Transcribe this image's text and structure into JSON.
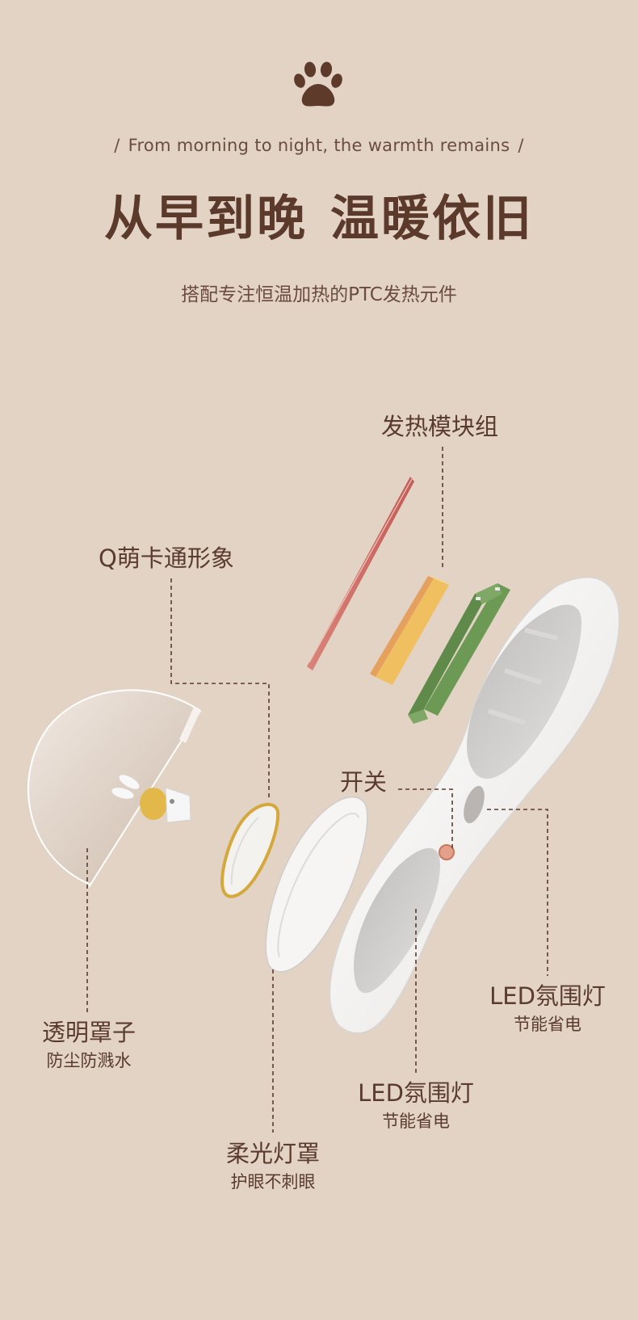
{
  "header": {
    "tagline": "From morning to night, the warmth remains",
    "slash": "/",
    "headline_part1": "从早到晚",
    "headline_part2": "温暖依旧",
    "subline": "搭配专注恒温加热的PTC发热元件"
  },
  "icons": {
    "paw": "paw-icon"
  },
  "colors": {
    "background": "#e2d3c4",
    "text_dark": "#5b3a2c",
    "paw": "#5e3a2a"
  },
  "labels": {
    "heating_module": "发热模块组",
    "cartoon": "Q萌卡通形象",
    "switch": "开关",
    "clear_cover_title": "透明罩子",
    "clear_cover_sub": "防尘防溅水",
    "soft_light_title": "柔光灯罩",
    "soft_light_sub": "护眼不刺眼",
    "led_right_title": "LED氛围灯",
    "led_right_sub": "节能省电",
    "led_bottom_title": "LED氛围灯",
    "led_bottom_sub": "节能省电"
  }
}
